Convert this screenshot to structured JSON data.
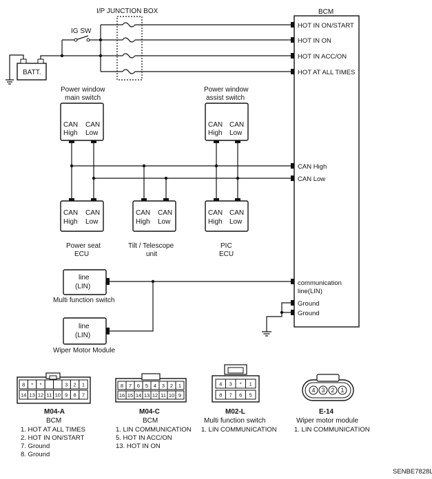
{
  "junction_box": {
    "label": "I/P JUNCTION BOX"
  },
  "ig_sw": {
    "label": "IG SW"
  },
  "battery": {
    "label": "BATT."
  },
  "bcm": {
    "label": "BCM",
    "terminals": [
      "HOT IN ON/START",
      "HOT IN ON",
      "HOT IN ACC/ON",
      "HOT AT ALL TIMES",
      "CAN High",
      "CAN Low",
      "communication",
      "line(LIN)",
      "Ground",
      "Ground"
    ]
  },
  "can_modules": [
    {
      "title_line1": "Power window",
      "title_line2": "main switch",
      "can_line1": "CAN",
      "high": "High",
      "can_line2": "CAN",
      "low": "Low"
    },
    {
      "title_line1": "Power window",
      "title_line2": "assist switch",
      "can_line1": "CAN",
      "high": "High",
      "can_line2": "CAN",
      "low": "Low"
    },
    {
      "title_line1": "Power seat",
      "title_line2": "ECU",
      "can_line1": "CAN",
      "high": "High",
      "can_line2": "CAN",
      "low": "Low"
    },
    {
      "title_line1": "Tilt / Telescope",
      "title_line2": "unit",
      "can_line1": "CAN",
      "high": "High",
      "can_line2": "CAN",
      "low": "Low"
    },
    {
      "title_line1": "PIC",
      "title_line2": "ECU",
      "can_line1": "CAN",
      "high": "High",
      "can_line2": "CAN",
      "low": "Low"
    }
  ],
  "lin_modules": [
    {
      "line1": "line",
      "line2": "(LIN)",
      "caption": "Multi function switch"
    },
    {
      "line1": "line",
      "line2": "(LIN)",
      "caption": "Wiper Motor Module"
    }
  ],
  "connectors": [
    {
      "code": "M04-A",
      "name": "BCM",
      "pins_top": [
        "8",
        "*",
        "*",
        "",
        "",
        "3",
        "2",
        "1"
      ],
      "pins_bottom": [
        "14",
        "13",
        "12",
        "11",
        "10",
        "9",
        "8",
        "7"
      ],
      "notes": [
        "1. HOT AT ALL TIMES",
        "2. HOT IN ON/START",
        "7. Ground",
        "8. Ground"
      ]
    },
    {
      "code": "M04-C",
      "name": "BCM",
      "pins_top": [
        "8",
        "7",
        "6",
        "5",
        "4",
        "3",
        "2",
        "1"
      ],
      "pins_bottom": [
        "16",
        "15",
        "14",
        "13",
        "12",
        "11",
        "10",
        "9"
      ],
      "notes": [
        "1. LIN COMMUNICATION",
        "5. HOT IN ACC/ON",
        "13. HOT IN ON"
      ]
    },
    {
      "code": "M02-L",
      "name": "Multi function switch",
      "pins_top": [
        "4",
        "3",
        "*",
        "1"
      ],
      "pins_bottom": [
        "8",
        "7",
        "6",
        "5"
      ],
      "notes": [
        "1. LIN COMMUNICATION"
      ]
    },
    {
      "code": "E-14",
      "name": "Wiper motor module",
      "pins_top": [
        "4",
        "3",
        "2",
        "1"
      ],
      "pins_bottom": [],
      "notes": [
        "1. LIN COMMUNICATION"
      ]
    }
  ],
  "figure_code": "SENBE7828L"
}
